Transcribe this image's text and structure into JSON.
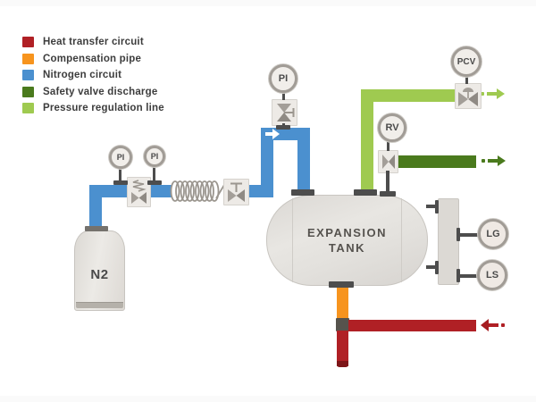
{
  "legend": {
    "items": [
      {
        "label": "Heat transfer circuit",
        "color": "#b02025"
      },
      {
        "label": "Compensation pipe",
        "color": "#f7941e"
      },
      {
        "label": "Nitrogen circuit",
        "color": "#4b90cf"
      },
      {
        "label": "Safety valve discharge",
        "color": "#4a7a1d"
      },
      {
        "label": "Pressure regulation line",
        "color": "#9fca50"
      }
    ]
  },
  "gauges": {
    "pi1": "PI",
    "pi2": "PI",
    "pi3": "PI",
    "pcv": "PCV",
    "rv": "RV",
    "lg": "LG",
    "ls": "LS"
  },
  "tank": {
    "label_line1": "EXPANSION",
    "label_line2": "TANK"
  },
  "bottle": {
    "label": "N2"
  },
  "colors": {
    "heat_transfer": "#b02025",
    "compensation": "#f7941e",
    "nitrogen": "#4b90cf",
    "safety_discharge": "#4a7a1d",
    "pressure_regulation": "#9fca50",
    "hardware_gray": "#4d4d4d"
  }
}
